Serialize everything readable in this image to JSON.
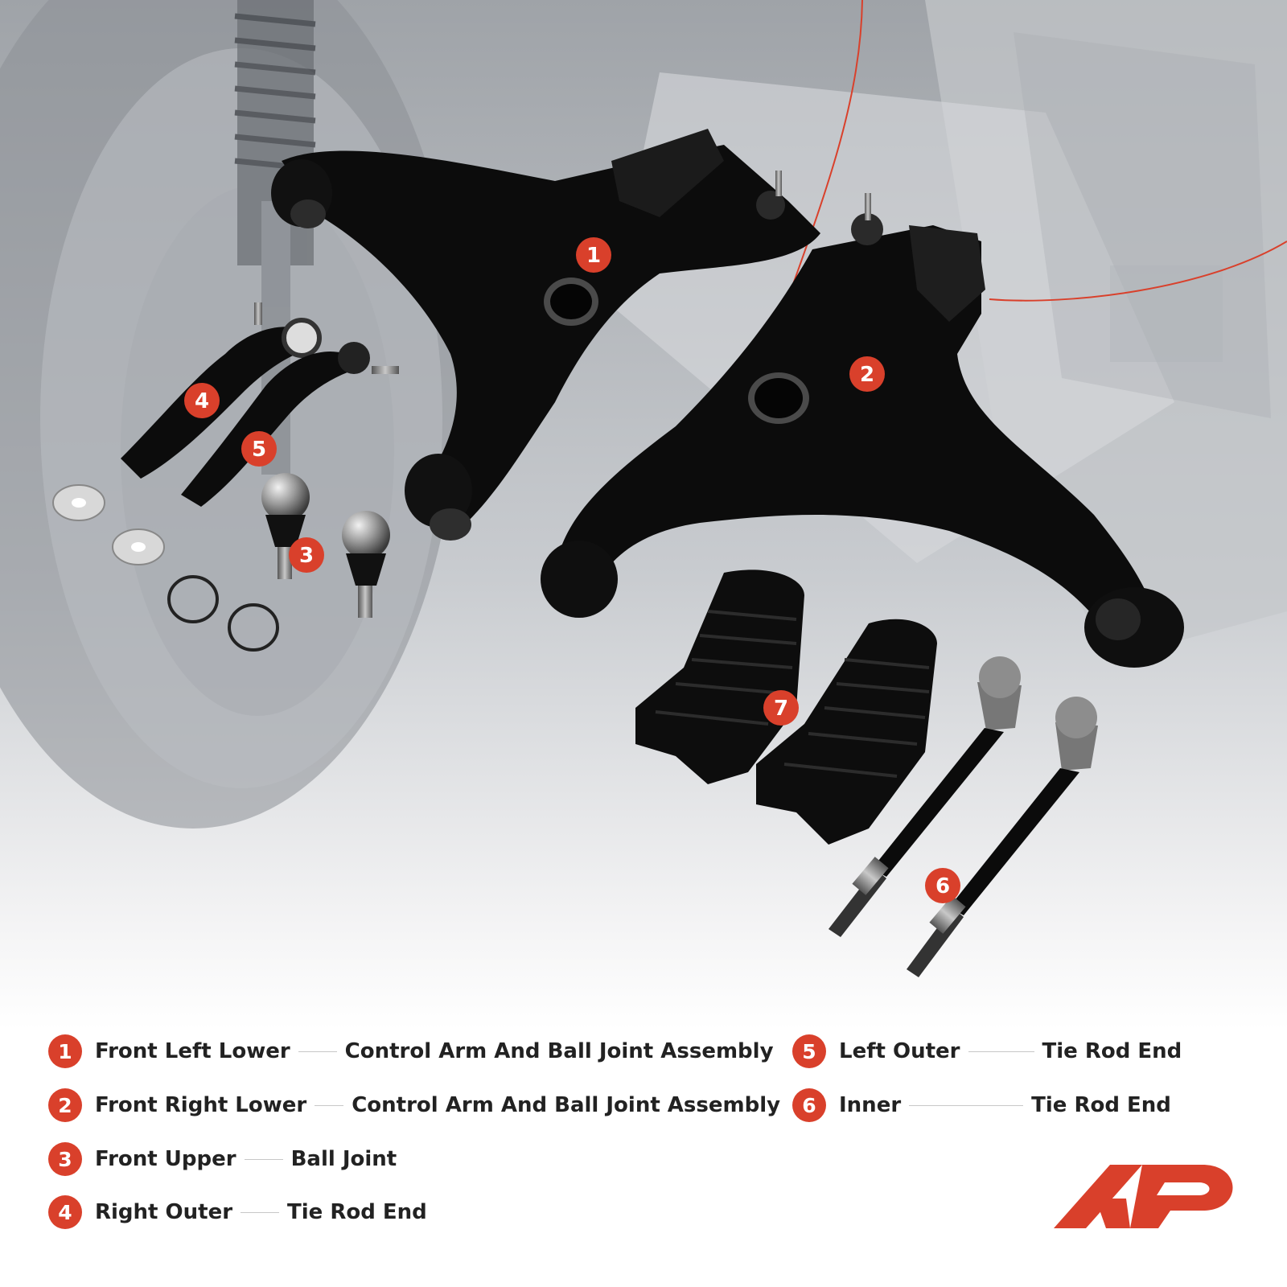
{
  "colors": {
    "accent": "#d9402b",
    "part": "#0c0c0c",
    "background_tint": "#cfd2d6"
  },
  "callouts": [
    "1",
    "2",
    "3",
    "4",
    "5",
    "6",
    "7"
  ],
  "legend": [
    {
      "num": "1",
      "position": "Front Left Lower",
      "part": "Control Arm And Ball Joint Assembly"
    },
    {
      "num": "2",
      "position": "Front Right Lower",
      "part": "Control Arm And Ball Joint Assembly"
    },
    {
      "num": "3",
      "position": "Front Upper",
      "part": "Ball Joint"
    },
    {
      "num": "4",
      "position": "Right Outer",
      "part": "Tie Rod End"
    },
    {
      "num": "5",
      "position": "Left Outer",
      "part": "Tie Rod End"
    },
    {
      "num": "6",
      "position": "Inner",
      "part": "Tie Rod End"
    }
  ],
  "logo": {
    "name": "brand-logo",
    "text": "AP"
  }
}
